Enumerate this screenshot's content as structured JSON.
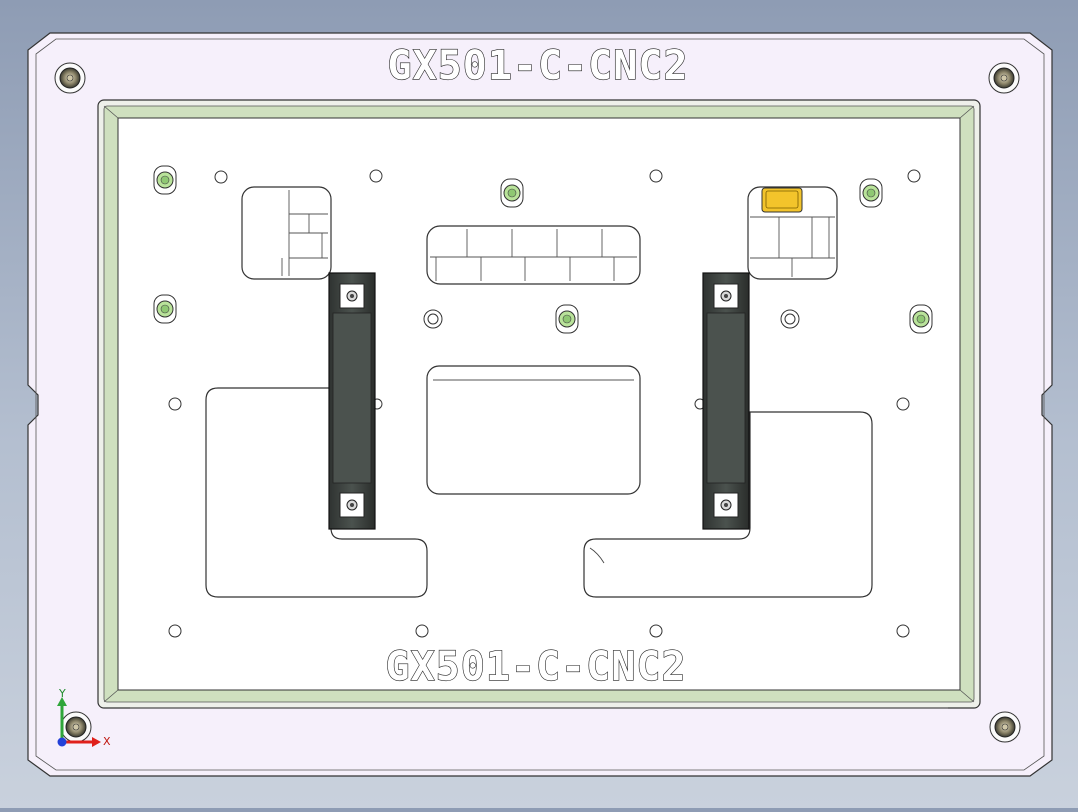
{
  "model": {
    "top_engraving": "GX501-C-CNC2",
    "bottom_engraving": "GX501-C-CNC2"
  },
  "triad": {
    "x_label": "X",
    "y_label": "Y"
  },
  "colors": {
    "background_top": "#8e9cb4",
    "background_bottom": "#c9d1dd",
    "outer_plate": "#f6f0fb",
    "inner_plate": "#ffffff",
    "green_border": "#cfe0bf",
    "handle_dark": "#3e4340",
    "pin_green": "#b9e39a",
    "highlight_yellow": "#f3c42b",
    "axis_x": "#e0201b",
    "axis_y": "#2fa63a",
    "axis_z": "#2340d8"
  }
}
